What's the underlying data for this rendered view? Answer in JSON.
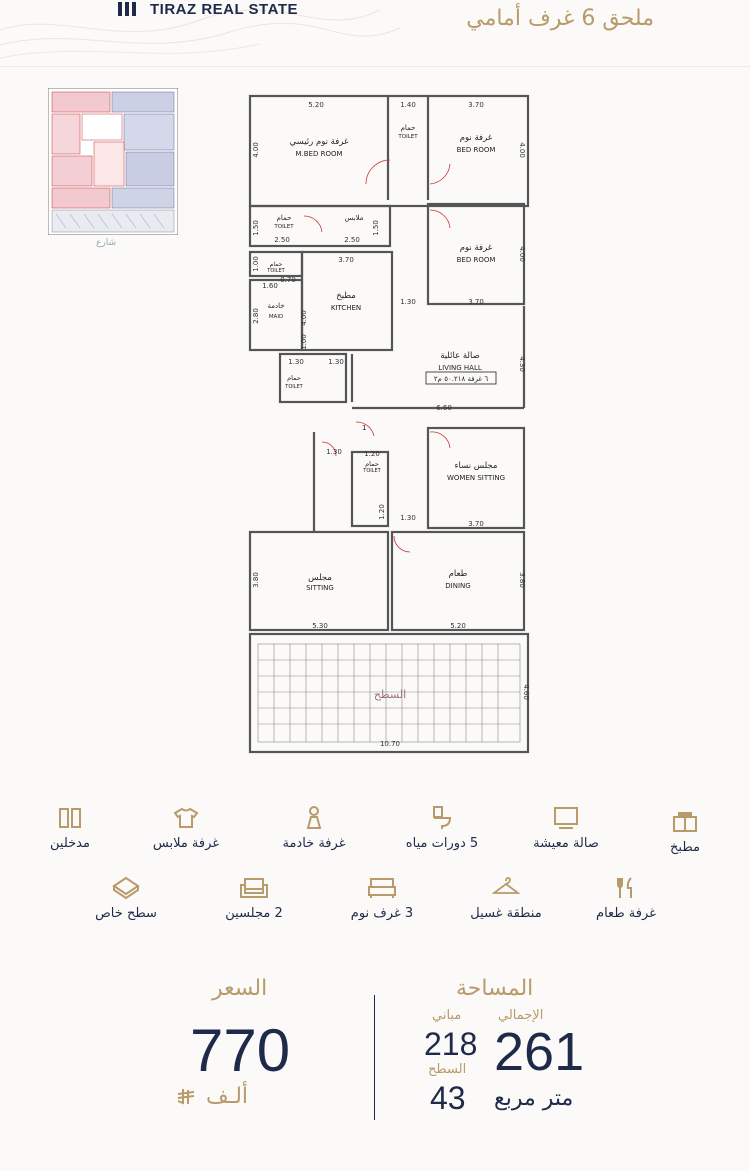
{
  "brand": {
    "name": "TIRAZ REAL STATE"
  },
  "headline": "ملحق 6 غرف أمامي",
  "plan": {
    "key_map_label": "شارع",
    "rooms": [
      {
        "ar": "غرفة نوم رئيسي",
        "en": "M.BED ROOM"
      },
      {
        "ar": "غرفة نوم",
        "en": "BED ROOM"
      },
      {
        "ar": "غرفة نوم",
        "en": "BED ROOM"
      },
      {
        "ar": "حمام",
        "en": "TOILET"
      },
      {
        "ar": "ملابس",
        "en": ""
      },
      {
        "ar": "حمام",
        "en": "TOILET"
      },
      {
        "ar": "مطبخ",
        "en": "KITCHEN"
      },
      {
        "ar": "خادمة",
        "en": "MAID"
      },
      {
        "ar": "حمام",
        "en": "TOILET"
      },
      {
        "ar": "صالة عائلية",
        "en": "LIVING HALL"
      },
      {
        "ar": "مجلس نساء",
        "en": "WOMEN SITTING"
      },
      {
        "ar": "حمام",
        "en": "TOILET"
      },
      {
        "ar": "مجلس",
        "en": "SITTING"
      },
      {
        "ar": "طعام",
        "en": "DINING"
      },
      {
        "ar": "السطح",
        "en": ""
      }
    ],
    "note": "٦ غرفة ٥٠.٢١٨ م٢",
    "dimensions": [
      "5.20",
      "1.40",
      "3.70",
      "4.00",
      "1.50",
      "1.50",
      "2.50",
      "2.50",
      "3.70",
      "1.30",
      "3.70",
      "2.80",
      "1.00",
      "1.30",
      "1.30",
      "6.60",
      "4.30",
      "1.30",
      "1.20",
      "1.20",
      "1.30",
      "3.70",
      "3.80",
      "5.30",
      "5.20",
      "4.60",
      "10.70",
      "1.60",
      "0.70",
      "1.00"
    ]
  },
  "features": [
    {
      "label": "مطبخ",
      "icon": "kitchen-icon"
    },
    {
      "label": "صالة معيشة",
      "icon": "tv-icon"
    },
    {
      "label": "5 دورات مياه",
      "icon": "toilet-icon"
    },
    {
      "label": "غرفة خادمة",
      "icon": "maid-icon"
    },
    {
      "label": "غرفة ملابس",
      "icon": "shirt-icon"
    },
    {
      "label": "مدخلين",
      "icon": "doors-icon"
    },
    {
      "label": "غرفة طعام",
      "icon": "dining-icon"
    },
    {
      "label": "منطقة غسيل",
      "icon": "hanger-icon"
    },
    {
      "label": "3 غرف نوم",
      "icon": "bed-icon"
    },
    {
      "label": "2 مجلسين",
      "icon": "sofa-icon"
    },
    {
      "label": "سطح خاص",
      "icon": "roof-icon"
    }
  ],
  "area": {
    "title": "المساحة",
    "total_label": "الإجمالي",
    "total_value": "261",
    "unit": "متر مربع",
    "building_label": "مباني",
    "building_value": "218",
    "roof_label": "السطح",
    "roof_value": "43"
  },
  "price": {
    "title": "السعر",
    "value": "770",
    "unit": "ألـف"
  },
  "colors": {
    "navy": "#1f2a4a",
    "gold": "#b99a6a"
  }
}
